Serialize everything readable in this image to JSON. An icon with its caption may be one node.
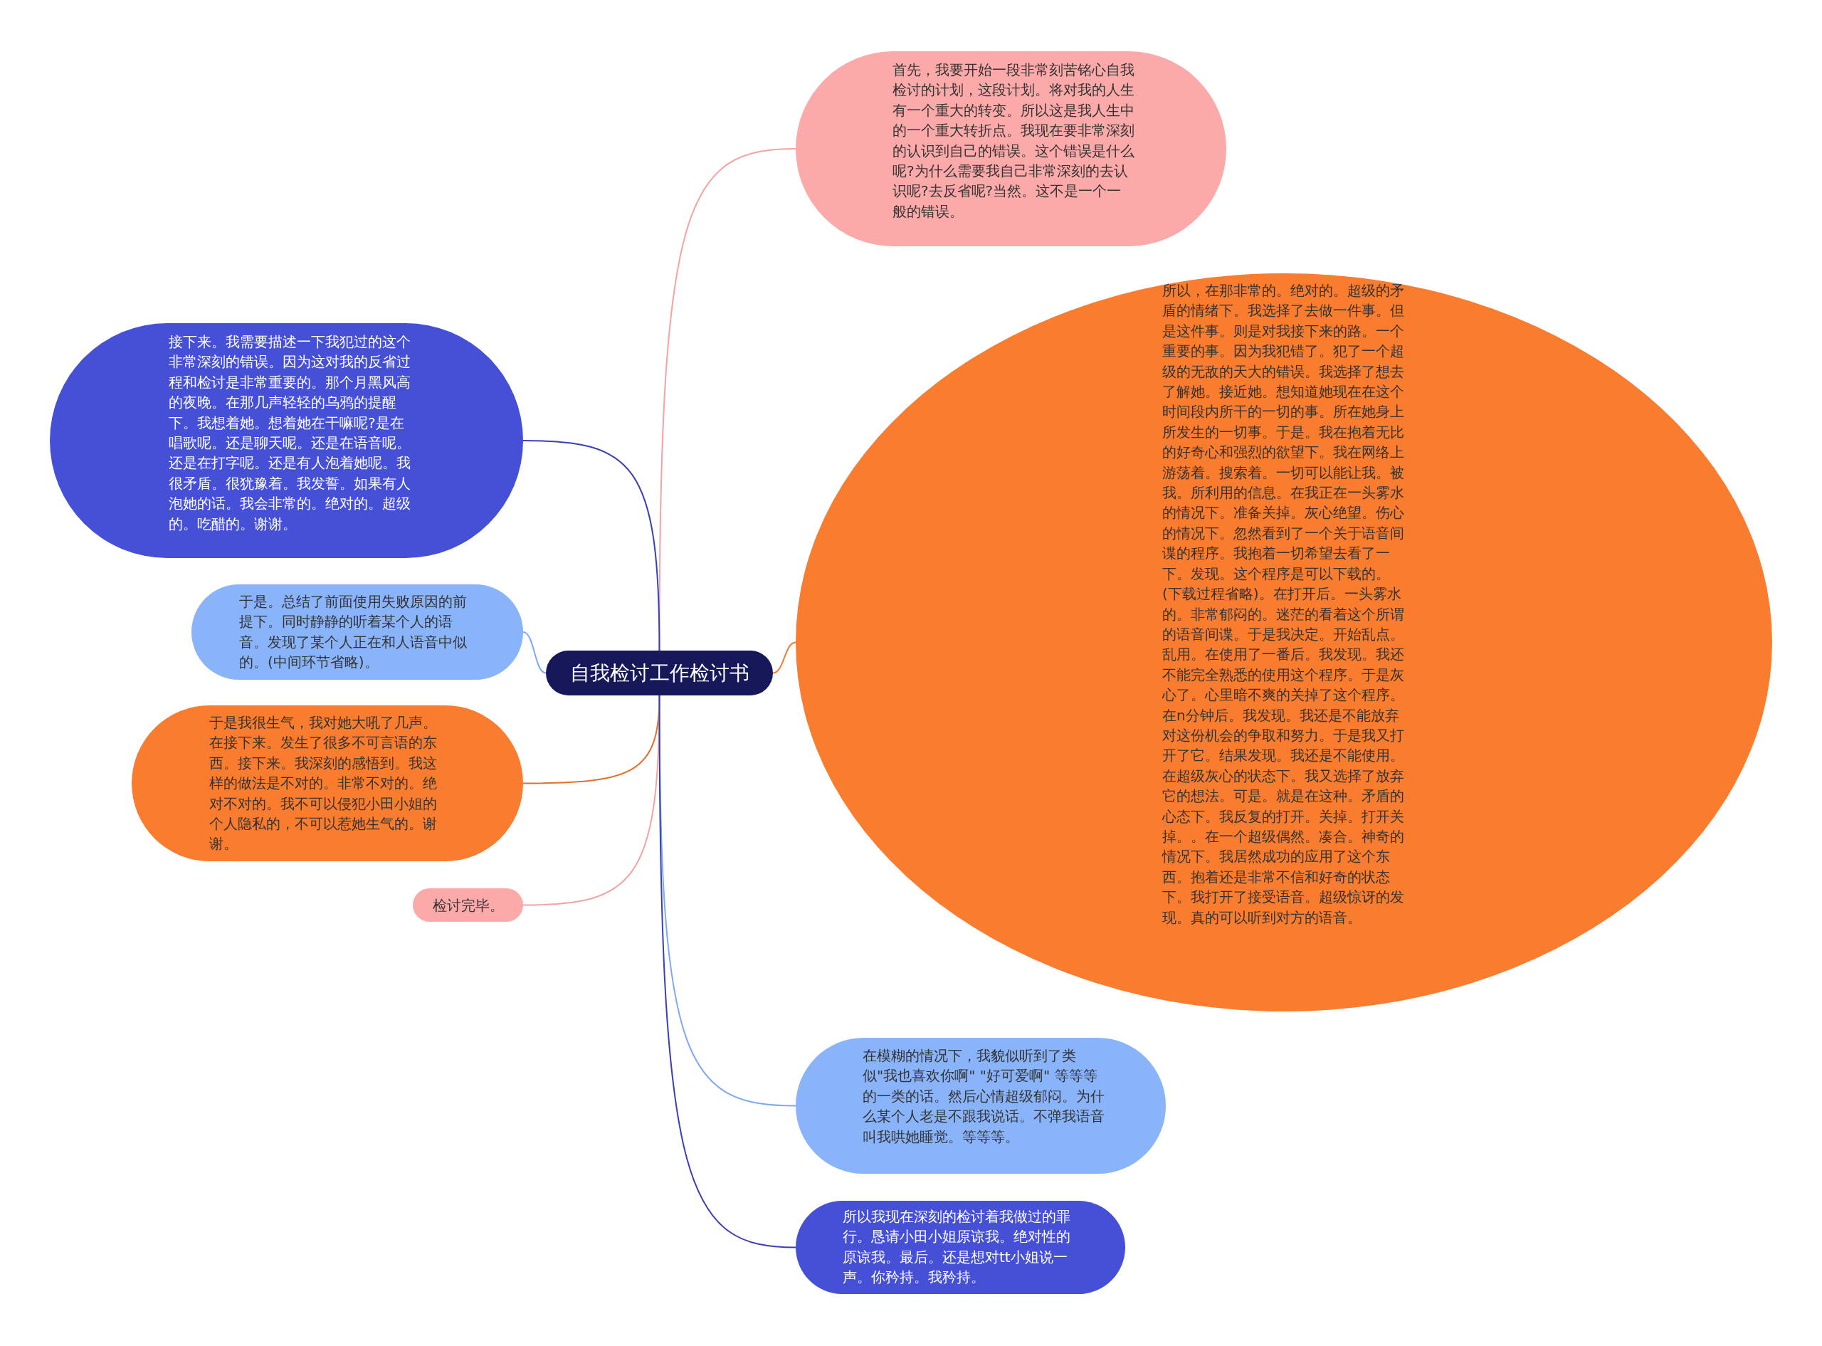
{
  "diagram": {
    "nodes": [
      {
        "text": [
          "自我检讨工作检讨书"
        ]
      },
      {
        "text": [
          "首先，我要开始一段非常刻苦铭心自我检讨的计划，这段计划。将对我的人生有一个重大的转变。所以这是我人生中的一个重大转折点。我现在要非常深刻的认识到自己的错误。这个错误是什么呢?为什么需要我自己非常深刻的去认识呢?去反省呢?当然。这不是一个一般的错误。"
        ]
      },
      {
        "text": [
          "接下来。我需要描述一下我犯过的这个非常深刻的错误。因为这对我的反省过程和检讨是非常重要的。那个月黑风高的夜晚。在那几声轻轻的乌鸦的提醒下。我想着她。想着她在干嘛呢?是在唱歌呢。还是聊天呢。还是在语音呢。还是在打字呢。还是有人泡着她呢。我很矛盾。很犹豫着。我发誓。如果有人泡她的话。我会非常的。绝对的。超级的。吃醋的。谢谢。"
        ]
      },
      {
        "text": [
          "所以，在那非常的。绝对的。超级的矛盾的情绪下。我选择了去做一件事。但是这件事。则是对我接下来的路。一个重要的事。因为我犯错了。犯了一个超级的无敌的天大的错误。我选择了想去了解她。接近她。想知道她现在在这个时间段内所干的一切的事。所在她身上所发生的一切事。于是。我在抱着无比的好奇心和强烈的欲望下。我在网络上游荡着。搜索着。一切可以能让我。被我。所利用的信息。在我正在一头雾水的情况下。准备关掉。灰心绝望。伤心的情况下。忽然看到了一个关于语音间谍的程序。我抱着一切希望去看了一下。发现。这个程序是可以下载的。(下载过程省略)。在打开后。一头雾水的。非常郁闷的。迷茫的看着这个所谓的语音间谍。于是我决定。开始乱点。乱用。在使用了一番后。我发现。我还不能完全熟悉的使用这个程序。于是灰心了。心里暗不爽的关掉了这个程序。在n分钟后。我发现。我还是不能放弃对这份机会的争取和努力。于是我又打开了它。结果发现。我还是不能使用。在超级灰心的状态下。我又选择了放弃它的想法。可是。就是在这种。矛盾的心态下。我反复的打开。关掉。打开关掉。。在一个超级偶然。凑合。神奇的情况下。我居然成功的应用了这个东西。抱着还是非常不信和好奇的状态下。我打开了接受语音。超级惊讶的发现。真的可以听到对方的语音。"
        ]
      },
      {
        "text": [
          "于是。总结了前面使用失败原因的前提下。同时静静的听着某个人的语音。发现了某个人正在和人语音中似的。(中间环节省略)。"
        ]
      },
      {
        "text": [
          "于是我很生气，我对她大吼了几声。在接下来。发生了很多不可言语的东西。接下来。我深刻的感悟到。我这样的做法是不对的。非常不对的。绝对不对的。我不可以侵犯小田小姐的个人隐私的，不可以惹她生气的。谢谢。"
        ]
      },
      {
        "text": [
          "检讨完毕。"
        ]
      },
      {
        "text": [
          "在模糊的情况下，我貌似听到了类似\"我也喜欢你啊\" \"好可爱啊\" 等等等的一类的话。然后心情超级郁闷。为什么某个人老是不跟我说话。不弹我语音叫我哄她睡觉。等等等。"
        ]
      },
      {
        "text": [
          "所以我现在深刻的检讨着我做过的罪行。恳请小田小姐原谅我。绝对性的原谅我。最后。还是想对tt小姐说一声。你矜持。我矜持。"
        ]
      }
    ],
    "edges": [
      {
        "from": 0,
        "to": 1,
        "arrow": "none",
        "color": "#f4a3a3"
      },
      {
        "from": 0,
        "to": 2,
        "arrow": "none",
        "color": "#3b3fb5"
      },
      {
        "from": 0,
        "to": 3,
        "arrow": "none",
        "color": "#ec7a2e"
      },
      {
        "from": 0,
        "to": 4,
        "arrow": "none",
        "color": "#7fa9ee"
      },
      {
        "from": 0,
        "to": 5,
        "arrow": "none",
        "color": "#e0702a"
      },
      {
        "from": 0,
        "to": 6,
        "arrow": "none",
        "color": "#f4a3a3"
      },
      {
        "from": 0,
        "to": 7,
        "arrow": "none",
        "color": "#7fa9ee"
      },
      {
        "from": 0,
        "to": 8,
        "arrow": "none",
        "color": "#3b3fb5"
      }
    ]
  }
}
